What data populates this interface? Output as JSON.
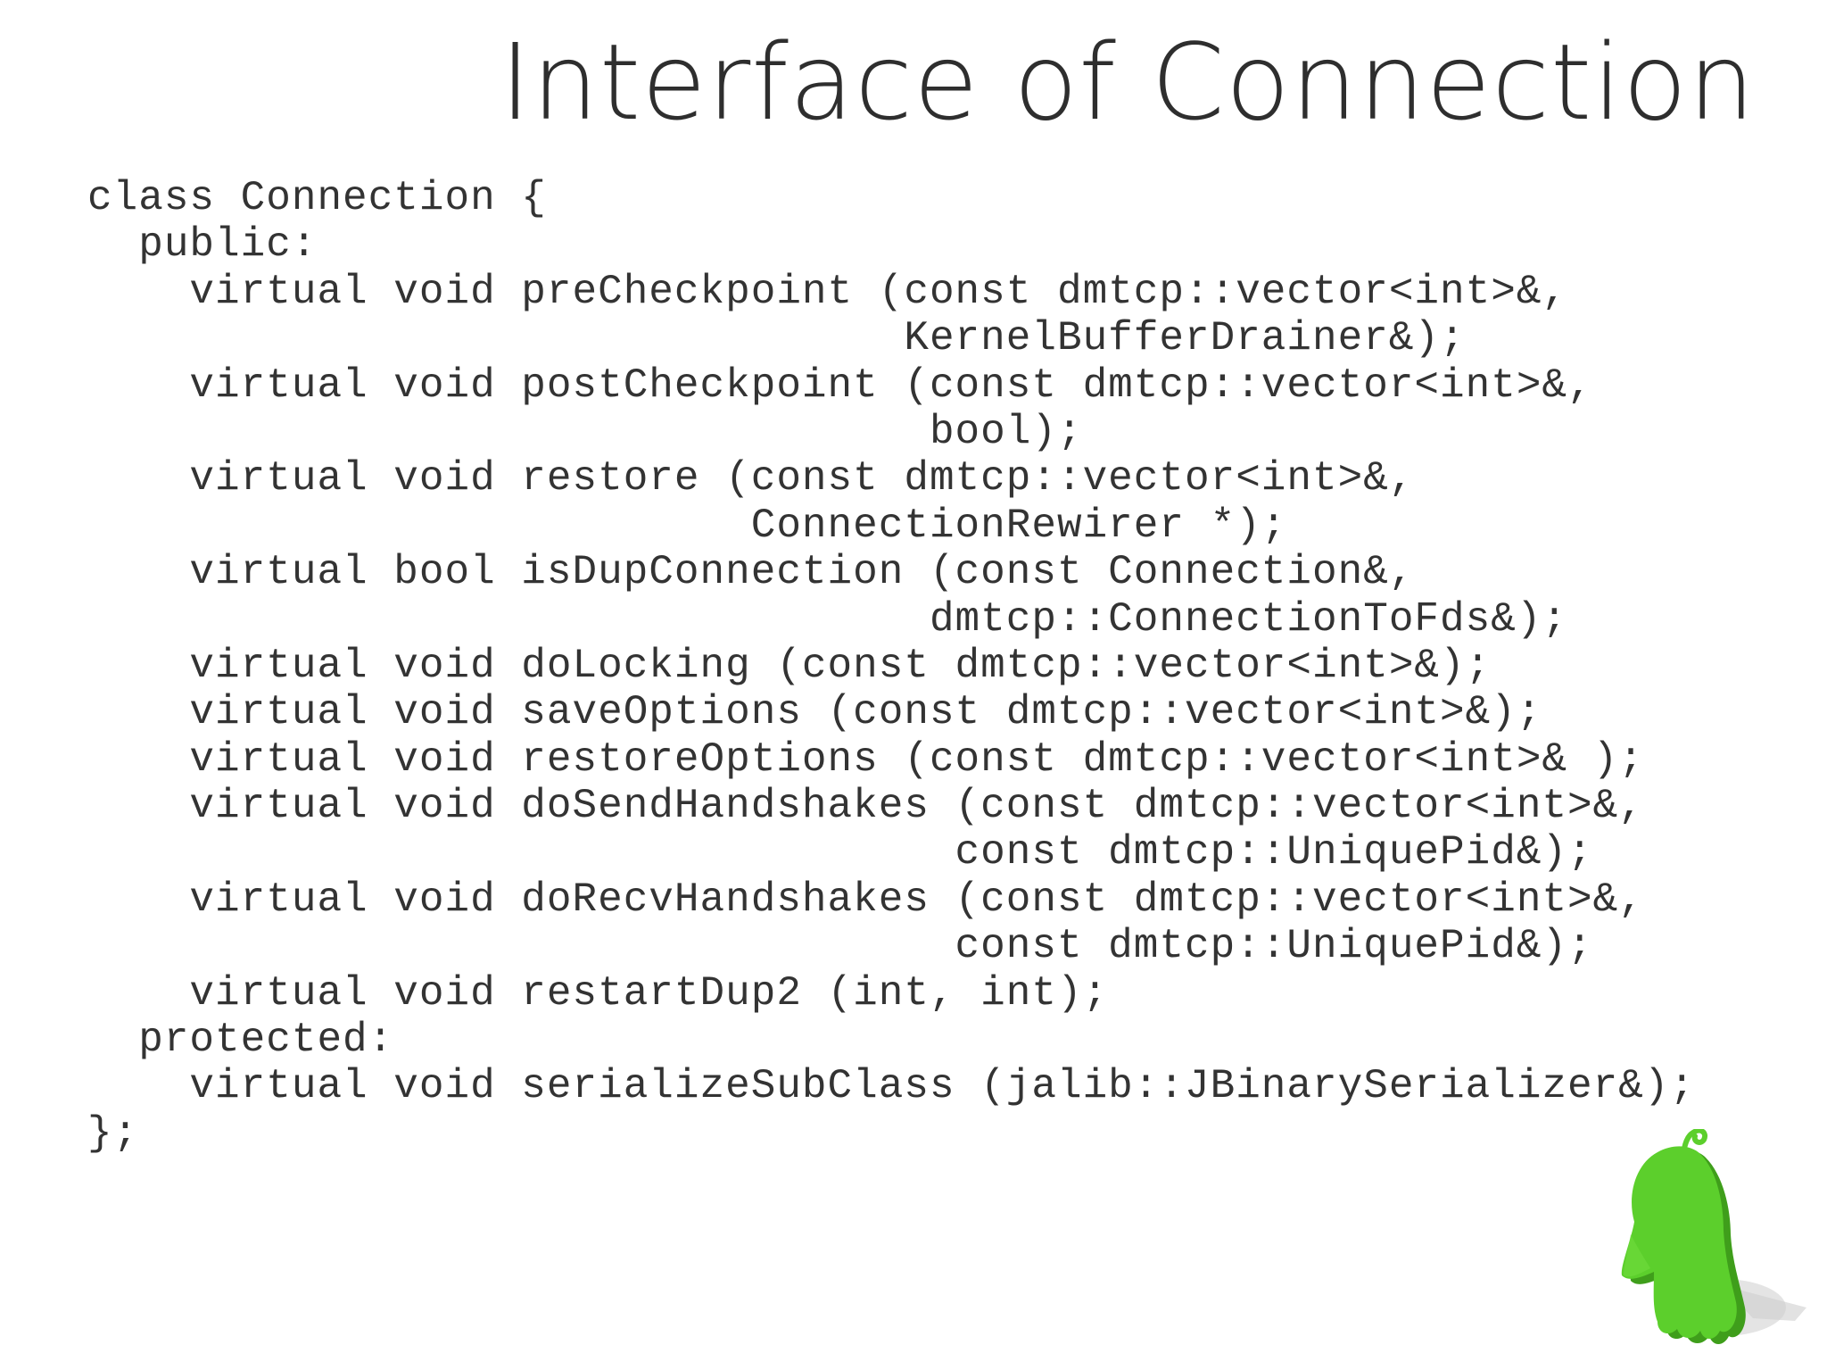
{
  "slide": {
    "title": "Interface of Connection",
    "code_lines": [
      "class Connection {",
      "  public:",
      "    virtual void preCheckpoint (const dmtcp::vector<int>&,",
      "                                KernelBufferDrainer&);",
      "    virtual void postCheckpoint (const dmtcp::vector<int>&,",
      "                                 bool);",
      "    virtual void restore (const dmtcp::vector<int>&,",
      "                          ConnectionRewirer *);",
      "    virtual bool isDupConnection (const Connection&,",
      "                                 dmtcp::ConnectionToFds&);",
      "    virtual void doLocking (const dmtcp::vector<int>&);",
      "    virtual void saveOptions (const dmtcp::vector<int>&);",
      "    virtual void restoreOptions (const dmtcp::vector<int>& );",
      "    virtual void doSendHandshakes (const dmtcp::vector<int>&,",
      "                                  const dmtcp::UniquePid&);",
      "    virtual void doRecvHandshakes (const dmtcp::vector<int>&,",
      "                                  const dmtcp::UniquePid&);",
      "    virtual void restartDup2 (int, int);",
      "  protected:",
      "    virtual void serializeSubClass (jalib::JBinarySerializer&);",
      "};"
    ]
  },
  "mascot": {
    "icon": "green-ghost-mascot-icon",
    "color": "#5ccf2c"
  }
}
